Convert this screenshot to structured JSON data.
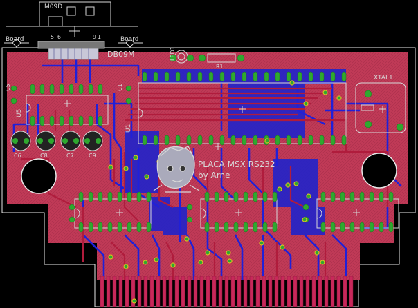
{
  "labels": {
    "connector_name": "M09D",
    "board_left": "Board",
    "board_right": "Board",
    "pin_5": "5",
    "pin_9": "9",
    "pin_6": "6",
    "pin_1": "1",
    "db09m": "DB09M",
    "led1": "LED1",
    "r1": "R1",
    "xtal1": "XTAL1",
    "c5": "C5",
    "c1": "C1",
    "u5": "U5",
    "c6": "C6",
    "c8": "C8",
    "c7": "C7",
    "c9": "C9",
    "u1": "U1",
    "title": "PLACA MSX RS232",
    "subtitle": "by Arne"
  },
  "colors": {
    "background": "#000000",
    "board": "#c03a57",
    "bottom_copper": "#2020d8",
    "top_copper": "#b21f3e",
    "pad": "#2fa82f",
    "via": "#d8c020",
    "silkscreen": "#d8d8d8",
    "gold_fingers": "#c8285a"
  }
}
